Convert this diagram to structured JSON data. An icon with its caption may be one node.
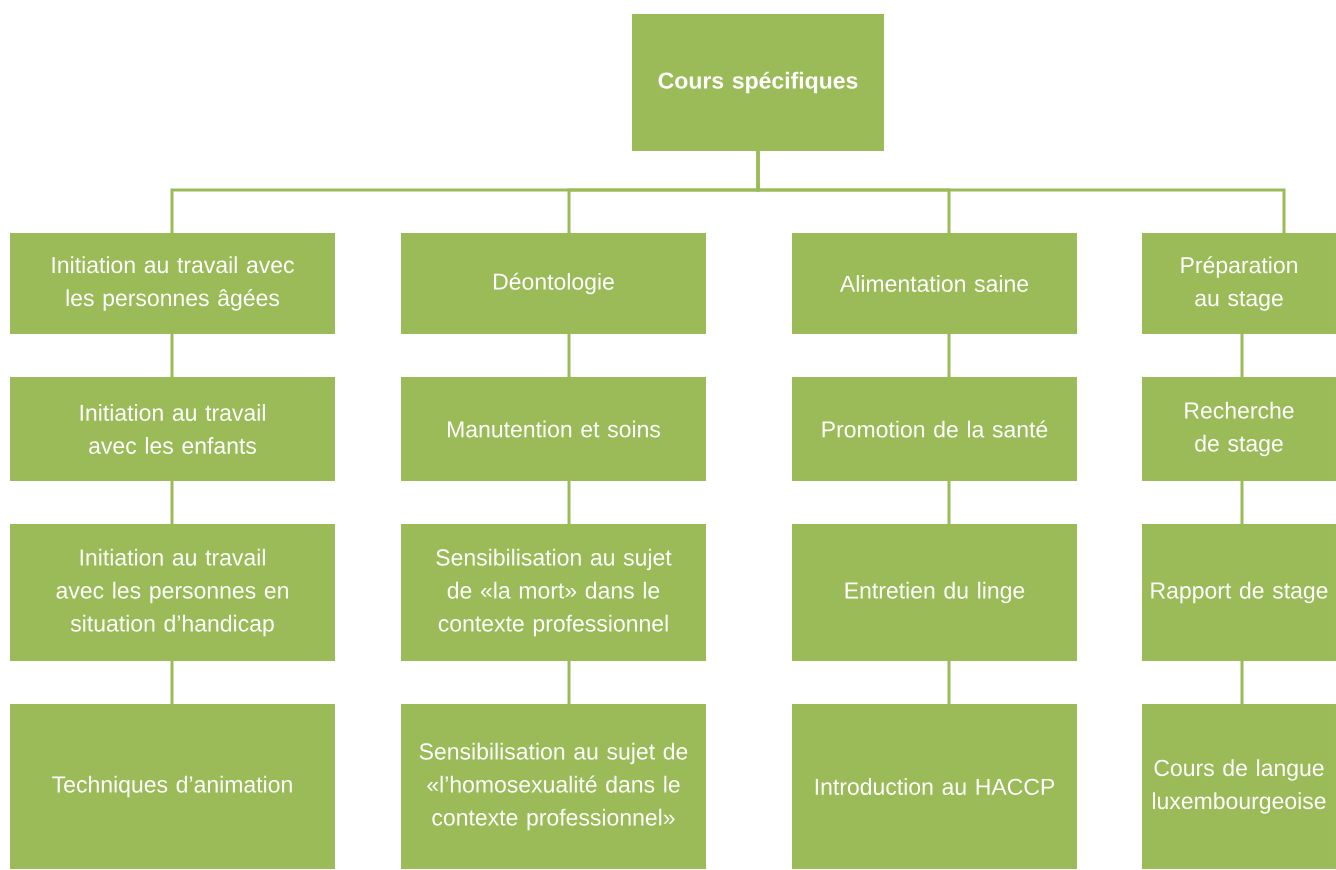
{
  "diagram": {
    "nodes": [
      {
        "text": [
          "Cours spécifiques"
        ]
      },
      {
        "text": [
          "Initiation au travail avec les personnes âgées"
        ]
      },
      {
        "text": [
          "Déontologie"
        ]
      },
      {
        "text": [
          "Alimentation saine"
        ]
      },
      {
        "text": [
          "Préparation au stage"
        ]
      },
      {
        "text": [
          "Initiation au travail avec les enfants"
        ]
      },
      {
        "text": [
          "Manutention et soins"
        ]
      },
      {
        "text": [
          "Promotion de la santé"
        ]
      },
      {
        "text": [
          "Recherche de stage"
        ]
      },
      {
        "text": [
          "Initiation au travail avec les personnes en situation d’handicap"
        ]
      },
      {
        "text": [
          "Sensibilisation au sujet de «la mort» dans le contexte professionnel"
        ]
      },
      {
        "text": [
          "Entretien du linge"
        ]
      },
      {
        "text": [
          "Rapport de stage"
        ]
      },
      {
        "text": [
          "Techniques d’animation"
        ]
      },
      {
        "text": [
          "Sensibilisation au sujet de «l’homosexualité dans le contexte professionnel»"
        ]
      },
      {
        "text": [
          "Introduction au HACCP"
        ]
      },
      {
        "text": [
          "Cours de langue luxembourgeoise"
        ]
      }
    ],
    "edges": [
      {
        "from": 0,
        "to": 1,
        "arrow": "none"
      },
      {
        "from": 0,
        "to": 2,
        "arrow": "none"
      },
      {
        "from": 0,
        "to": 3,
        "arrow": "none"
      },
      {
        "from": 0,
        "to": 4,
        "arrow": "none"
      },
      {
        "from": 1,
        "to": 5,
        "arrow": "none"
      },
      {
        "from": 5,
        "to": 9,
        "arrow": "none"
      },
      {
        "from": 9,
        "to": 13,
        "arrow": "none"
      },
      {
        "from": 2,
        "to": 6,
        "arrow": "none"
      },
      {
        "from": 6,
        "to": 10,
        "arrow": "none"
      },
      {
        "from": 10,
        "to": 14,
        "arrow": "none"
      },
      {
        "from": 3,
        "to": 7,
        "arrow": "none"
      },
      {
        "from": 7,
        "to": 11,
        "arrow": "none"
      },
      {
        "from": 11,
        "to": 15,
        "arrow": "none"
      },
      {
        "from": 4,
        "to": 8,
        "arrow": "none"
      },
      {
        "from": 8,
        "to": 12,
        "arrow": "none"
      },
      {
        "from": 12,
        "to": 16,
        "arrow": "none"
      }
    ]
  }
}
